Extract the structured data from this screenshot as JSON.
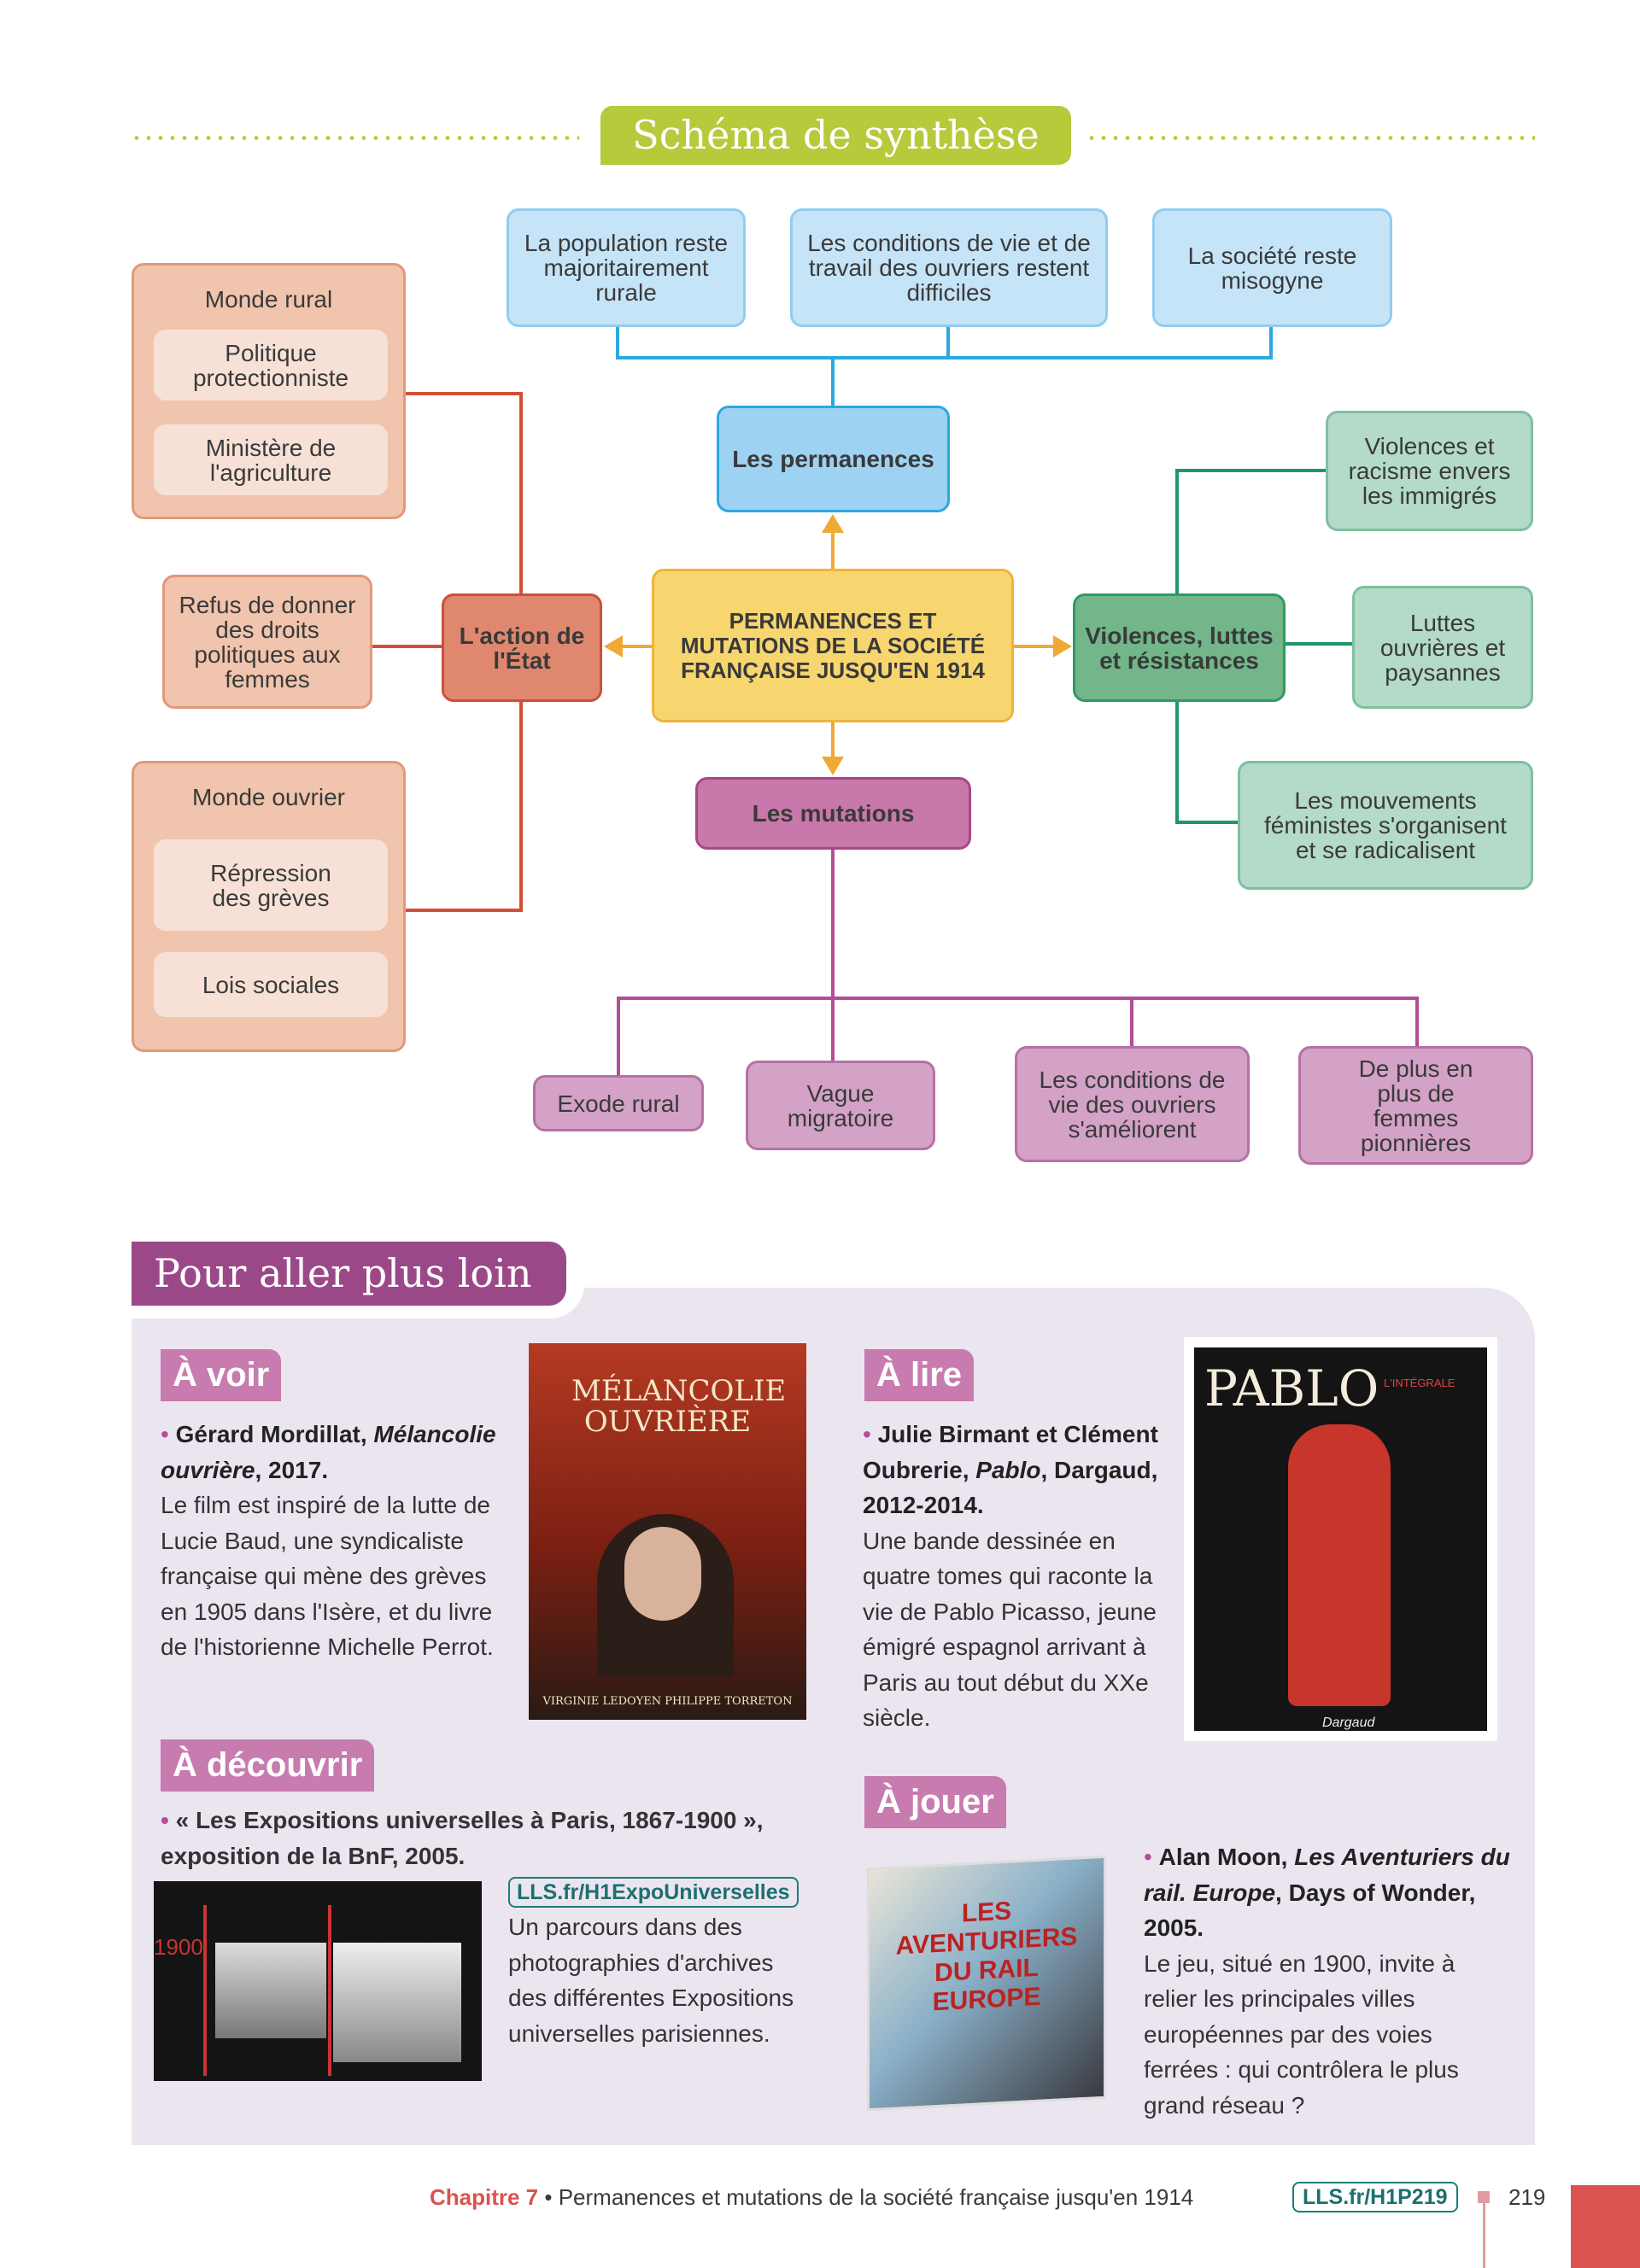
{
  "synthese": {
    "title": "Schéma de synthèse",
    "center": "PERMANENCES ET MUTATIONS DE LA SOCIÉTÉ FRANÇAISE JUSQU'EN 1914",
    "permanences": {
      "label": "Les permanences",
      "items": [
        "La population reste majoritairement rurale",
        "Les conditions de vie et de travail des ouvriers restent difficiles",
        "La société reste misogyne"
      ]
    },
    "etat": {
      "label": "L'action de l'État",
      "rural": {
        "title": "Monde rural",
        "items": [
          "Politique protectionniste",
          "Ministère de l'agriculture"
        ]
      },
      "refus": "Refus de donner des droits politiques aux femmes",
      "ouvrier": {
        "title": "Monde ouvrier",
        "items": [
          "Répression des grèves",
          "Lois sociales"
        ]
      }
    },
    "violences": {
      "label": "Violences, luttes et résistances",
      "items": [
        "Violences et racisme envers les immigrés",
        "Luttes ouvrières et paysannes",
        "Les mouvements féministes s'organisent et se radicalisent"
      ]
    },
    "mutations": {
      "label": "Les mutations",
      "items": [
        "Exode rural",
        "Vague migratoire",
        "Les conditions de vie des ouvriers s'améliorent",
        "De plus en plus de femmes pionnières"
      ]
    }
  },
  "plus_loin": {
    "title": "Pour aller plus loin",
    "voir": {
      "label": "À voir",
      "author": "Gérard Mordillat, ",
      "work": "Mélancolie ouvrière",
      "year": ", 2017.",
      "text": "Le film est inspiré de la lutte de Lucie Baud, une syndicaliste française qui mène des grèves en 1905 dans l'Isère, et du livre de l'historienne Michelle Perrot.",
      "poster_title": "MÉLANCOLIE OUVRIÈRE",
      "poster_credits": "VIRGINIE LEDOYEN   PHILIPPE TORRETON"
    },
    "lire": {
      "label": "À lire",
      "author": "Julie Birmant et Clément Oubrerie, ",
      "work": "Pablo",
      "rest": ", Dargaud, 2012-2014.",
      "text": "Une bande dessinée en quatre tomes qui raconte la vie de Pablo Picasso, jeune émigré espagnol arrivant à Paris au tout début du XXe siècle.",
      "cover_title": "PABLO",
      "cover_sub": "L'INTÉGRALE",
      "cover_publisher": "Dargaud"
    },
    "decouvrir": {
      "label": "À découvrir",
      "title": "« Les Expositions universelles à Paris, 1867-1900 », exposition de la BnF, 2005.",
      "link": "LLS.fr/H1ExpoUniverselles",
      "text": "Un parcours dans des photographies d'archives des différentes Expositions universelles parisiennes.",
      "image_year": "1900"
    },
    "jouer": {
      "label": "À jouer",
      "author": "Alan Moon, ",
      "work": "Les Aventuriers du rail. Europe",
      "rest": ", Days of Wonder, 2005.",
      "text": "Le jeu, situé en 1900, invite à relier les principales villes européennes par des voies ferrées : qui contrôlera le plus grand réseau ?",
      "box_title": "LES AVENTURIERS DU RAIL EUROPE"
    }
  },
  "footer": {
    "chapter": "Chapitre 7",
    "sep": " • ",
    "title": "Permanences et mutations de la société française jusqu'en 1914",
    "link": "LLS.fr/H1P219",
    "page": "219"
  }
}
